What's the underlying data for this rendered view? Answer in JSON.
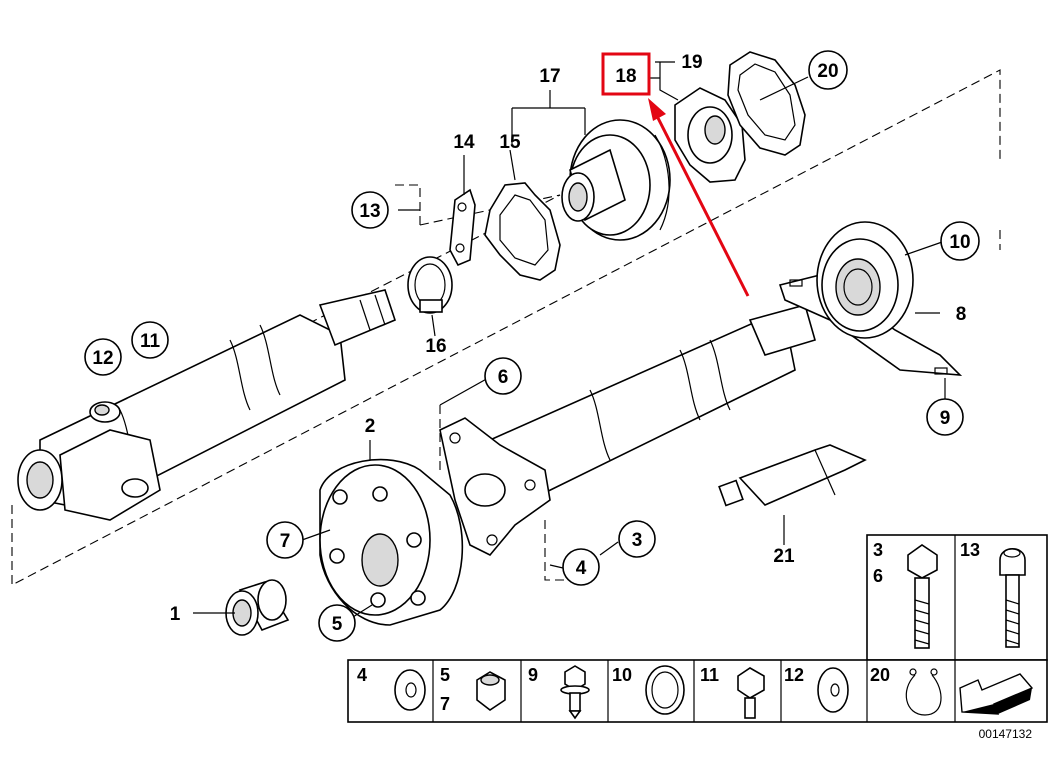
{
  "diagram_number": "00147132",
  "highlight_color": "#e30613",
  "callouts": {
    "c1": "1",
    "c2": "2",
    "c3": "3",
    "c4": "4",
    "c5": "5",
    "c6": "6",
    "c7": "7",
    "c8": "8",
    "c9": "9",
    "c10": "10",
    "c11": "11",
    "c12": "12",
    "c13": "13",
    "c14": "14",
    "c15": "15",
    "c16": "16",
    "c17": "17",
    "c18": "18",
    "c19": "19",
    "c20": "20",
    "c21": "21"
  },
  "legend": {
    "top": [
      {
        "line1": "3",
        "line2": "6",
        "icon": "hex-bolt-icon"
      },
      {
        "line1": "13",
        "line2": "",
        "icon": "torx-bolt-icon"
      }
    ],
    "bottom": [
      {
        "line1": "4",
        "line2": "",
        "icon": "washer-icon"
      },
      {
        "line1": "5",
        "line2": "7",
        "icon": "hex-nut-icon"
      },
      {
        "line1": "9",
        "line2": "",
        "icon": "flange-bolt-icon"
      },
      {
        "line1": "10",
        "line2": "",
        "icon": "ring-gasket-icon"
      },
      {
        "line1": "11",
        "line2": "",
        "icon": "hex-bolt-icon"
      },
      {
        "line1": "12",
        "line2": "",
        "icon": "flat-washer-icon"
      },
      {
        "line1": "20",
        "line2": "",
        "icon": "circlip-icon"
      },
      {
        "line1": "",
        "line2": "",
        "icon": "direction-arrow-icon"
      }
    ]
  }
}
